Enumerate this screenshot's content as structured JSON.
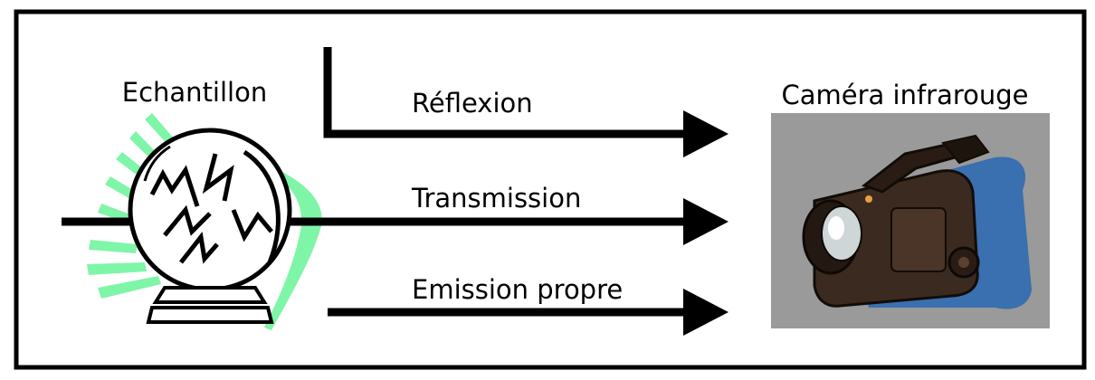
{
  "labels": {
    "sample": "Echantillon",
    "camera": "Caméra infrarouge",
    "reflection": "Réflexion",
    "transmission": "Transmission",
    "emission": "Emission propre"
  },
  "icons": {
    "sample": "crystal-ball-icon",
    "camera": "video-camera-icon"
  },
  "colors": {
    "stroke": "#000000",
    "glow": "#7ff5a8",
    "camera_background": "#9a9a9a",
    "camera_shadow": "#3a6fb0",
    "camera_body": "#3b2a20"
  }
}
